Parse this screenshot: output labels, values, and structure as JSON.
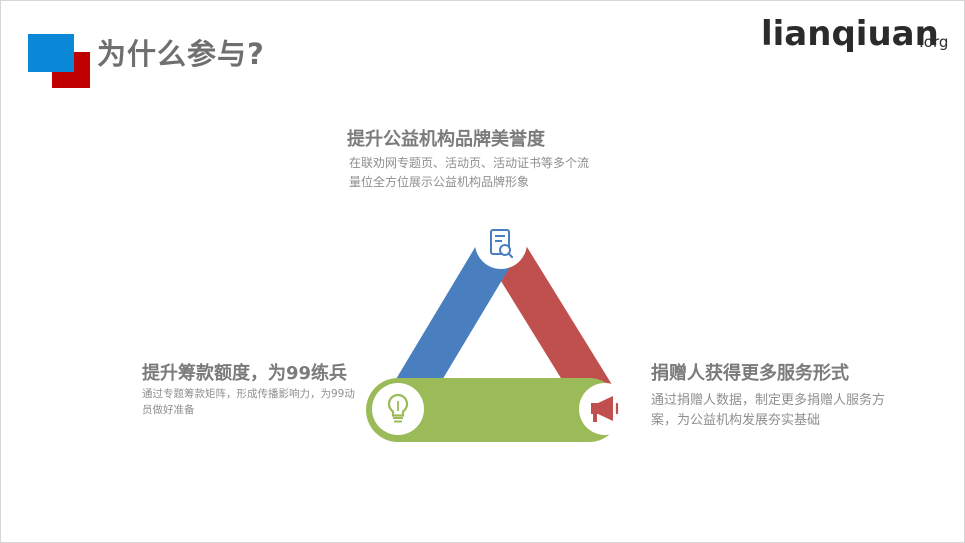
{
  "page": {
    "title": "为什么参与?"
  },
  "logo": {
    "main": "lianqiuan",
    "suffix": ".org"
  },
  "points": {
    "top": {
      "heading": "提升公益机构品牌美誉度",
      "description": "在联劝网专题页、活动页、活动证书等多个流量位全方位展示公益机构品牌形象",
      "icon": "document-search-icon"
    },
    "left": {
      "heading": "提升筹款额度，为99练兵",
      "description": "通过专题筹款矩阵，形成传播影响力，为99动员做好准备",
      "icon": "lightbulb-icon"
    },
    "right": {
      "heading": "捐赠人获得更多服务形式",
      "description": "通过捐赠人数据，制定更多捐赠人服务方案，为公益机构发展夯实基础",
      "icon": "megaphone-icon"
    }
  },
  "colors": {
    "blue": "#4a7fbf",
    "red": "#c0504d",
    "green": "#9bbb59",
    "title_red": "#c00000",
    "title_blue": "#0b88d8"
  }
}
